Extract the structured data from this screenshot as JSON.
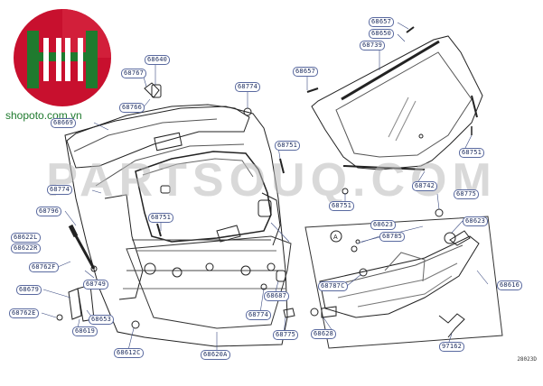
{
  "brand": {
    "website": "shopoto.com.vn",
    "logo_letters": "H",
    "logo_color": "#c8102e",
    "logo_accent": "#1f7a2e"
  },
  "watermark": "PARTSOUQ.COM",
  "diagram_code": "28023D",
  "callouts": {
    "c68657a": "68657",
    "c68650": "68650",
    "c68739": "68739",
    "c68640": "68640",
    "c68767": "68767",
    "c68657b": "68657",
    "c68774a": "68774",
    "c68766": "68766",
    "c68669": "68669",
    "c68751a": "68751",
    "c68751b": "68751",
    "c68742": "68742",
    "c68774b": "68774",
    "c68775a": "68775",
    "c68796": "68796",
    "c68751c": "68751",
    "c68751d": "68751",
    "c68623a": "68623",
    "c68623b": "68623",
    "c68785": "68785",
    "c68622l": "68622L",
    "c68622r": "68622R",
    "c68762f": "68762F",
    "c68749": "68749",
    "c68787c": "68787C",
    "c68616": "68616",
    "c68679": "68679",
    "c68687": "68687",
    "c68762e": "68762E",
    "c68653": "68653",
    "c68774c": "68774",
    "c68619": "68619",
    "c68775b": "68775",
    "c68628": "68628",
    "c68612c": "68612C",
    "c68620a": "68620A",
    "c97162": "97162"
  }
}
